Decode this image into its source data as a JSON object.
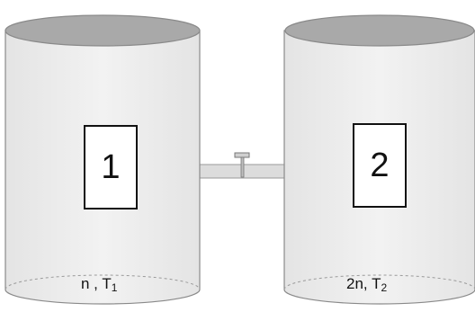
{
  "containers": [
    {
      "box_label": "1",
      "moles": "n ,",
      "temp_symbol": "T",
      "temp_index": "1"
    },
    {
      "box_label": "2",
      "moles": "2n,",
      "temp_symbol": "T",
      "temp_index": "2"
    }
  ],
  "colors": {
    "cylinder_fill": "#ececec",
    "cylinder_top": "#a9a9a9",
    "outline": "#8a8a8a",
    "pipe_fill": "#dcdcdc"
  },
  "icons": {
    "valve": "valve-icon"
  }
}
